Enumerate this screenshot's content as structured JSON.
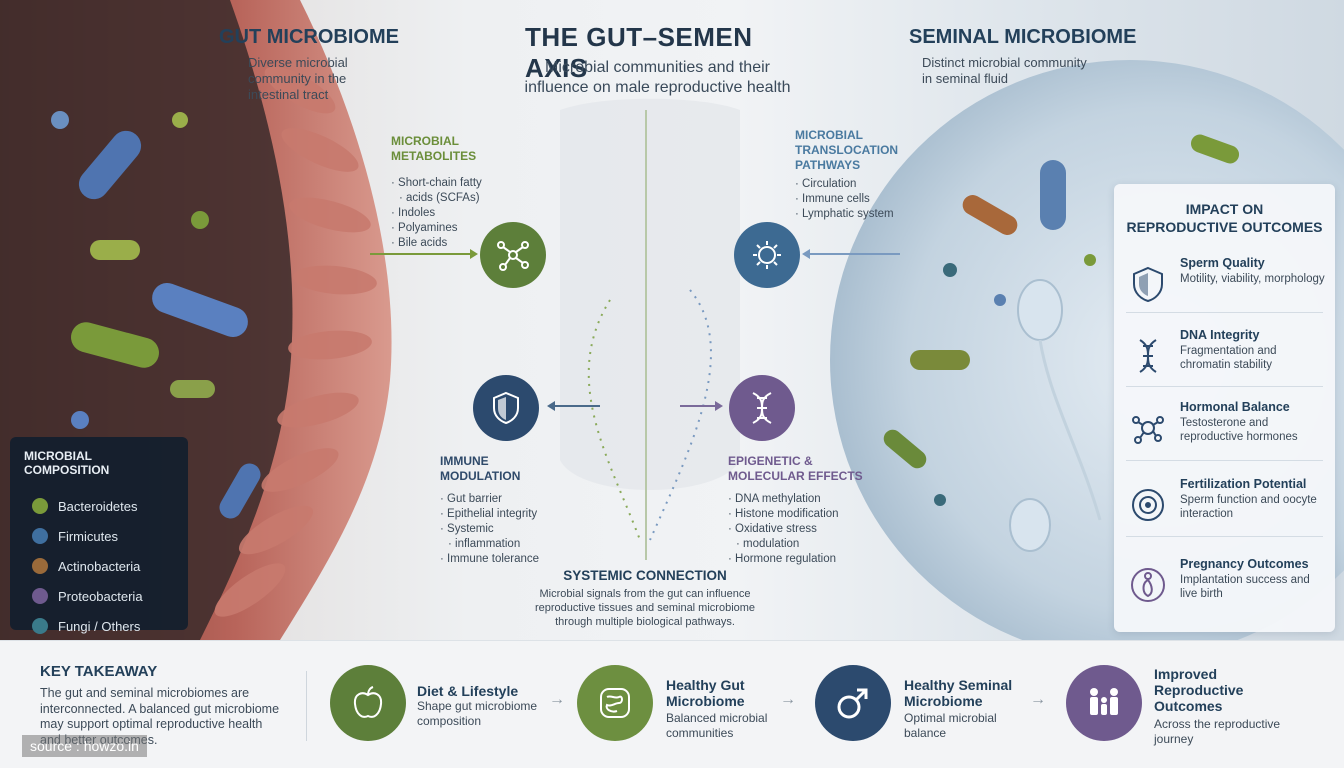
{
  "header": {
    "title": "THE GUT–SEMEN AXIS",
    "subtitle_line1": "Microbial communities and their",
    "subtitle_line2": "influence on male reproductive health"
  },
  "gut": {
    "title": "GUT MICROBIOME",
    "desc_line1": "Diverse microbial",
    "desc_line2": "community in the",
    "desc_line3": "intestinal tract"
  },
  "seminal": {
    "title": "SEMINAL MICROBIOME",
    "desc_line1": "Distinct microbial community",
    "desc_line2": "in seminal fluid"
  },
  "metabolites": {
    "title_line1": "MICROBIAL",
    "title_line2": "METABOLITES",
    "items": [
      "Short-chain fatty",
      "acids (SCFAs)",
      "Indoles",
      "Polyamines",
      "Bile acids"
    ]
  },
  "translocation": {
    "title_line1": "MICROBIAL",
    "title_line2": "TRANSLOCATION",
    "title_line3": "PATHWAYS",
    "items": [
      "Circulation",
      "Immune cells",
      "Lymphatic system"
    ]
  },
  "immune": {
    "title_line1": "IMMUNE",
    "title_line2": "MODULATION",
    "items": [
      "Gut barrier",
      "Epithelial integrity",
      "Systemic",
      "inflammation",
      "Immune tolerance"
    ]
  },
  "epigenetic": {
    "title_line1": "EPIGENETIC &",
    "title_line2": "MOLECULAR EFFECTS",
    "items": [
      "DNA methylation",
      "Histone modification",
      "Oxidative stress",
      "modulation",
      "Hormone regulation"
    ]
  },
  "systemic": {
    "title": "SYSTEMIC CONNECTION",
    "line1": "Microbial signals from the gut can influence",
    "line2": "reproductive tissues and seminal microbiome",
    "line3": "through multiple biological pathways."
  },
  "composition": {
    "title": "MICROBIAL COMPOSITION",
    "items": [
      {
        "label": "Bacteroidetes",
        "color": "#7a9a3a"
      },
      {
        "label": "Firmicutes",
        "color": "#3f6f9f"
      },
      {
        "label": "Actinobacteria",
        "color": "#9a6a3a"
      },
      {
        "label": "Proteobacteria",
        "color": "#6f5a8e"
      },
      {
        "label": "Fungi / Others",
        "color": "#3a7a8a"
      }
    ]
  },
  "impact": {
    "title_line1": "IMPACT ON",
    "title_line2": "REPRODUCTIVE OUTCOMES",
    "items": [
      {
        "title": "Sperm Quality",
        "desc": "Motility, viability, morphology",
        "icon": "shield-icon"
      },
      {
        "title": "DNA Integrity",
        "desc": "Fragmentation and chromatin stability",
        "icon": "dna-icon"
      },
      {
        "title": "Hormonal Balance",
        "desc": "Testosterone and reproductive hormones",
        "icon": "hormone-icon"
      },
      {
        "title": "Fertilization Potential",
        "desc": "Sperm function and oocyte interaction",
        "icon": "oocyte-icon"
      },
      {
        "title": "Pregnancy Outcomes",
        "desc": "Implantation success and live birth",
        "icon": "pregnancy-icon"
      }
    ]
  },
  "takeaway": {
    "title": "KEY TAKEAWAY",
    "line1": "The gut and seminal microbiomes are",
    "line2": "interconnected. A balanced gut microbiome",
    "line3": "may support optimal reproductive health",
    "line4": "and better outcomes."
  },
  "steps": [
    {
      "title_line1": "Diet & Lifestyle",
      "title_line2": "",
      "desc_line1": "Shape gut microbiome",
      "desc_line2": "composition",
      "color": "#5d7f3a",
      "icon": "apple-icon"
    },
    {
      "title_line1": "Healthy Gut",
      "title_line2": "Microbiome",
      "desc_line1": "Balanced microbial",
      "desc_line2": "communities",
      "color": "#6d8f40",
      "icon": "intestine-icon"
    },
    {
      "title_line1": "Healthy Seminal",
      "title_line2": "Microbiome",
      "desc_line1": "Optimal microbial",
      "desc_line2": "balance",
      "color": "#2c4a6e",
      "icon": "male-symbol-icon"
    },
    {
      "title_line1": "Improved",
      "title_line2": "Reproductive",
      "title_line3": "Outcomes",
      "desc_line1": "Across the reproductive",
      "desc_line2": "journey",
      "color": "#6f5a8e",
      "icon": "family-icon"
    }
  ],
  "source": "source : howzo.in"
}
